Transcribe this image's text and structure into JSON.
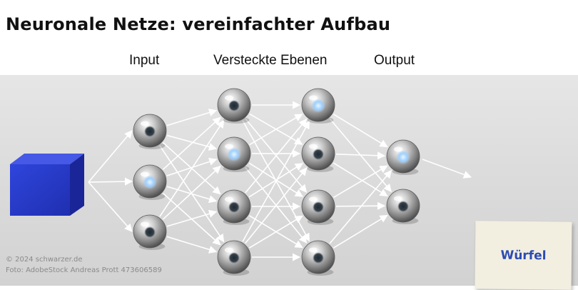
{
  "title": "Neuronale Netze: vereinfachter Aufbau",
  "layers": {
    "input_label": "Input",
    "hidden_label": "Versteckte Ebenen",
    "output_label": "Output"
  },
  "result_label": "Würfel",
  "credits": {
    "line1": "© 2024 schwarzer.de",
    "line2": "Foto: AdobeStock Andreas Prott 473606589"
  },
  "network": {
    "layer_sizes": [
      3,
      4,
      4,
      2
    ],
    "highlighted": [
      [
        1
      ],
      [
        1
      ],
      [
        0
      ],
      [
        0
      ]
    ]
  },
  "colors": {
    "cube": "#2b3fcf",
    "neuron_glow": "#9fd0ff",
    "result_text": "#2d4bb3"
  },
  "icons": [
    "cube-icon",
    "neuron-icon",
    "arrow-icon",
    "sticky-note-icon"
  ]
}
